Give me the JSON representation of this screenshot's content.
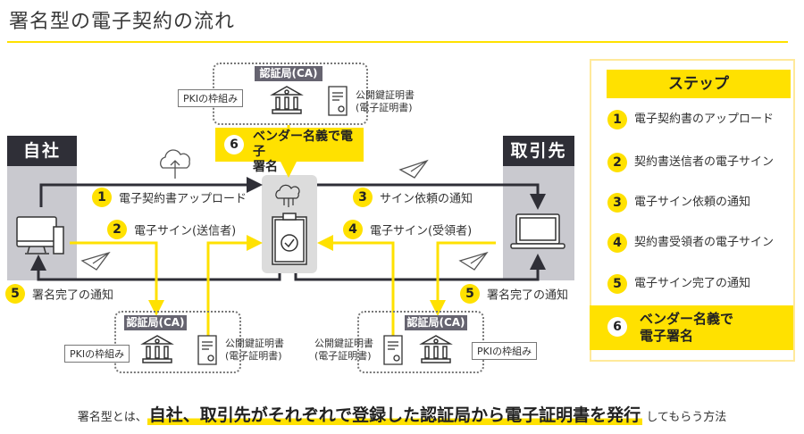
{
  "title": "署名型の電子契約の流れ",
  "colors": {
    "accent": "#ffe100",
    "dark": "#2f2f37",
    "party_bg": "#c9c9cf",
    "server_bg": "#dcdcdc",
    "ca_title_bg": "#666470"
  },
  "parties": {
    "self": "自社",
    "partner": "取引先"
  },
  "ca": {
    "title": "認証局(CA)",
    "pki": "PKIの枠組み",
    "cert_line1": "公開鍵証明書",
    "cert_line2": "(電子証明書)"
  },
  "callout6": {
    "num": "6",
    "line1": "ベンダー名義で電子",
    "line2": "署名"
  },
  "flow_steps": [
    {
      "num": "1",
      "label": "電子契約書アップロード"
    },
    {
      "num": "2",
      "label": "電子サイン(送信者)"
    },
    {
      "num": "3",
      "label": "サイン依頼の通知"
    },
    {
      "num": "4",
      "label": "電子サイン(受領者)"
    },
    {
      "num": "5",
      "label": "署名完了の通知"
    },
    {
      "num": "5",
      "label": "署名完了の通知"
    }
  ],
  "side_panel": {
    "heading": "ステップ",
    "items": [
      {
        "num": "1",
        "label": "電子契約書のアップロード"
      },
      {
        "num": "2",
        "label": "契約書送信者の電子サイン"
      },
      {
        "num": "3",
        "label": "電子サイン依頼の通知"
      },
      {
        "num": "4",
        "label": "契約書受領者の電子サイン"
      },
      {
        "num": "5",
        "label": "電子サイン完了の通知"
      }
    ],
    "highlight": {
      "num": "6",
      "line1": "ベンダー名義で",
      "line2": "電子署名"
    }
  },
  "icons": [
    "cloud-upload-icon",
    "desktop-computer-icon",
    "laptop-icon",
    "paper-plane-icon",
    "cloud-server-icon",
    "clipboard-check-icon",
    "bank-building-icon",
    "certificate-scroll-icon"
  ],
  "footer": {
    "prefix": "署名型とは、",
    "highlight": "自社、取引先がそれぞれで登録した認証局から電子証明書を発行",
    "suffix": "してもらう方法"
  }
}
